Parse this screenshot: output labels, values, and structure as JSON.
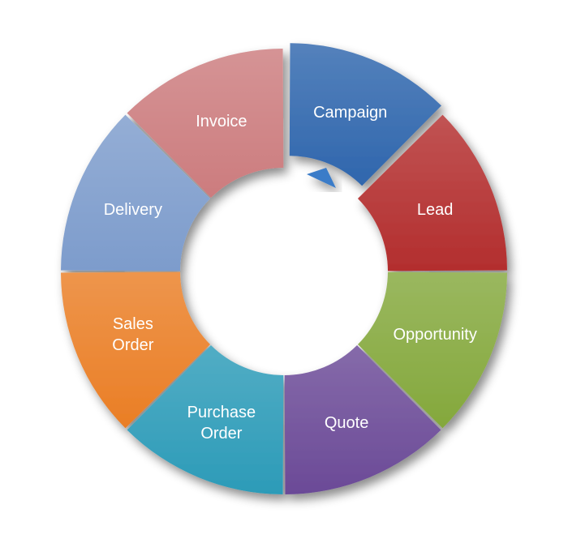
{
  "diagram": {
    "segments": [
      {
        "id": "campaign",
        "lines": [
          "Campaign"
        ],
        "color": "#2f66ad"
      },
      {
        "id": "lead",
        "lines": [
          "Lead"
        ],
        "color": "#b32e2e"
      },
      {
        "id": "opportunity",
        "lines": [
          "Opportunity"
        ],
        "color": "#84a83c"
      },
      {
        "id": "quote",
        "lines": [
          "Quote"
        ],
        "color": "#6b4a97"
      },
      {
        "id": "purchase-order",
        "lines": [
          "Purchase",
          "Order"
        ],
        "color": "#2c9bb8"
      },
      {
        "id": "sales-order",
        "lines": [
          "Sales",
          "Order"
        ],
        "color": "#ea7e25"
      },
      {
        "id": "delivery",
        "lines": [
          "Delivery"
        ],
        "color": "#7d9ccc"
      },
      {
        "id": "invoice",
        "lines": [
          "Invoice"
        ],
        "color": "#cc7c7e"
      }
    ],
    "arrow_color": "#3b7cc8"
  }
}
